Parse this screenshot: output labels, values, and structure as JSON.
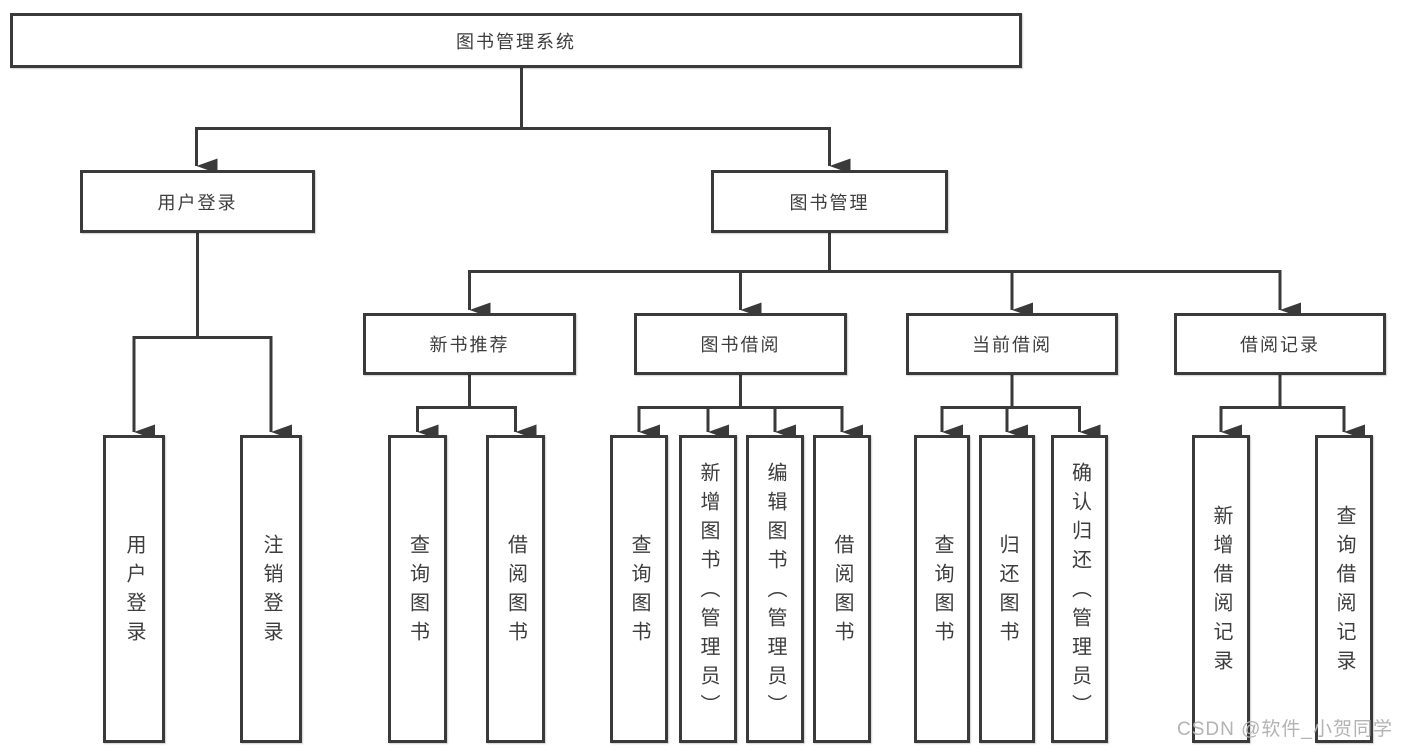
{
  "tree": {
    "root": {
      "label": "图书管理系统"
    },
    "branches": [
      {
        "label": "用户登录",
        "children": [
          {
            "label": "用户登录"
          },
          {
            "label": "注销登录"
          }
        ]
      },
      {
        "label": "图书管理",
        "children": [
          {
            "label": "新书推荐",
            "children": [
              {
                "label": "查询图书"
              },
              {
                "label": "借阅图书"
              }
            ]
          },
          {
            "label": "图书借阅",
            "children": [
              {
                "label": "查询图书"
              },
              {
                "label": "新增图书（管理员）"
              },
              {
                "label": "编辑图书（管理员）"
              },
              {
                "label": "借阅图书"
              }
            ]
          },
          {
            "label": "当前借阅",
            "children": [
              {
                "label": "查询图书"
              },
              {
                "label": "归还图书"
              },
              {
                "label": "确认归还（管理员）"
              }
            ]
          },
          {
            "label": "借阅记录",
            "children": [
              {
                "label": "新增借阅记录"
              },
              {
                "label": "查询借阅记录"
              }
            ]
          }
        ]
      }
    ]
  },
  "watermark": {
    "text": "CSDN @软件_小贺同学"
  },
  "colors": {
    "line": "#3a3a3a",
    "text": "#3d3d3d",
    "watermark": "#b3b3b3",
    "background": "#ffffff"
  }
}
